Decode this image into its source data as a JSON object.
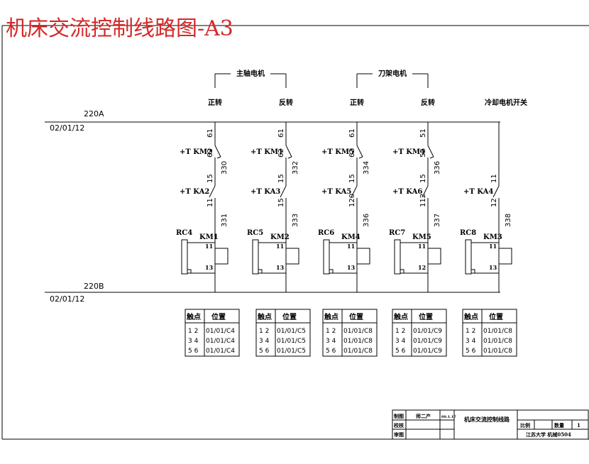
{
  "title": "机床交流控制线路图-A3",
  "groups": [
    {
      "label": "主轴电机"
    },
    {
      "label": "刀架电机"
    }
  ],
  "columns": [
    {
      "dir": "正转",
      "top_num": "61",
      "contact1_label": "+T KM2",
      "num_mid1": "62",
      "wire1": "330",
      "num_mid2": "15",
      "contact2_label": "+T KA2",
      "num_bot": "11",
      "wire2": "331",
      "rc": "RC4",
      "km": "KM1",
      "coil_top": "11",
      "coil_bot": "13"
    },
    {
      "dir": "反转",
      "top_num": "61",
      "contact1_label": "+T KM1",
      "num_mid1": "62",
      "wire1": "332",
      "num_mid2": "15",
      "contact2_label": "+T KA3",
      "num_bot": "15",
      "wire2": "333",
      "rc": "RC5",
      "km": "KM2",
      "coil_top": "11",
      "coil_bot": "13"
    },
    {
      "dir": "正转",
      "top_num": "61",
      "contact1_label": "+T KM5",
      "num_mid1": "62",
      "wire1": "334",
      "num_mid2": "15",
      "contact2_label": "+T KA5",
      "num_bot": "120",
      "wire2": "336",
      "rc": "RC6",
      "km": "KM4",
      "coil_top": "11",
      "coil_bot": "13"
    },
    {
      "dir": "反转",
      "top_num": "51",
      "contact1_label": "+T KM4",
      "num_mid1": "52",
      "wire1": "336",
      "num_mid2": "15",
      "contact2_label": "+T KA6",
      "num_bot": "112",
      "wire2": "337",
      "rc": "RC7",
      "km": "KM5",
      "coil_top": "11",
      "coil_bot": "12"
    },
    {
      "dir": "冷却电机开关",
      "top_num": "11",
      "contact2_label": "+T KA4",
      "num_bot": "12",
      "wire2": "338",
      "rc": "RC8",
      "km": "KM3",
      "coil_top": "11",
      "coil_bot": "13"
    }
  ],
  "bus": {
    "top_label": "220A",
    "top_ref": "02/01/12",
    "bottom_label": "220B",
    "bottom_ref": "02/01/12"
  },
  "tables": [
    {
      "header": [
        "触点",
        "位置"
      ],
      "rows": [
        [
          "1 2",
          "01/01/C4"
        ],
        [
          "3 4",
          "01/01/C4"
        ],
        [
          "5 6",
          "01/01/C4"
        ]
      ]
    },
    {
      "header": [
        "触点",
        "位置"
      ],
      "rows": [
        [
          "1 2",
          "01/01/C5"
        ],
        [
          "3 4",
          "01/01/C5"
        ],
        [
          "5 6",
          "01/01/C5"
        ]
      ]
    },
    {
      "header": [
        "触点",
        "位置"
      ],
      "rows": [
        [
          "1 2",
          "01/01/C8"
        ],
        [
          "3 4",
          "01/01/C8"
        ],
        [
          "5 6",
          "01/01/C8"
        ]
      ]
    },
    {
      "header": [
        "触点",
        "位置"
      ],
      "rows": [
        [
          "1 2",
          "01/01/C9"
        ],
        [
          "3 4",
          "01/01/C9"
        ],
        [
          "5 6",
          "01/01/C9"
        ]
      ]
    },
    {
      "header": [
        "触点",
        "位置"
      ],
      "rows": [
        [
          "1 2",
          "01/01/C8"
        ],
        [
          "3 4",
          "01/01/C8"
        ],
        [
          "5 6",
          "01/01/C8"
        ]
      ]
    }
  ],
  "title_block": {
    "drawn_label": "制图",
    "drawn_name": "师二产",
    "drawn_date": "09.1.17",
    "check_label": "校核",
    "approve_label": "审图",
    "drawing_name": "机床交流控制线路",
    "scale_label": "比例",
    "qty_label": "数量",
    "qty_value": "1",
    "org": "江苏大学 机械0504"
  }
}
